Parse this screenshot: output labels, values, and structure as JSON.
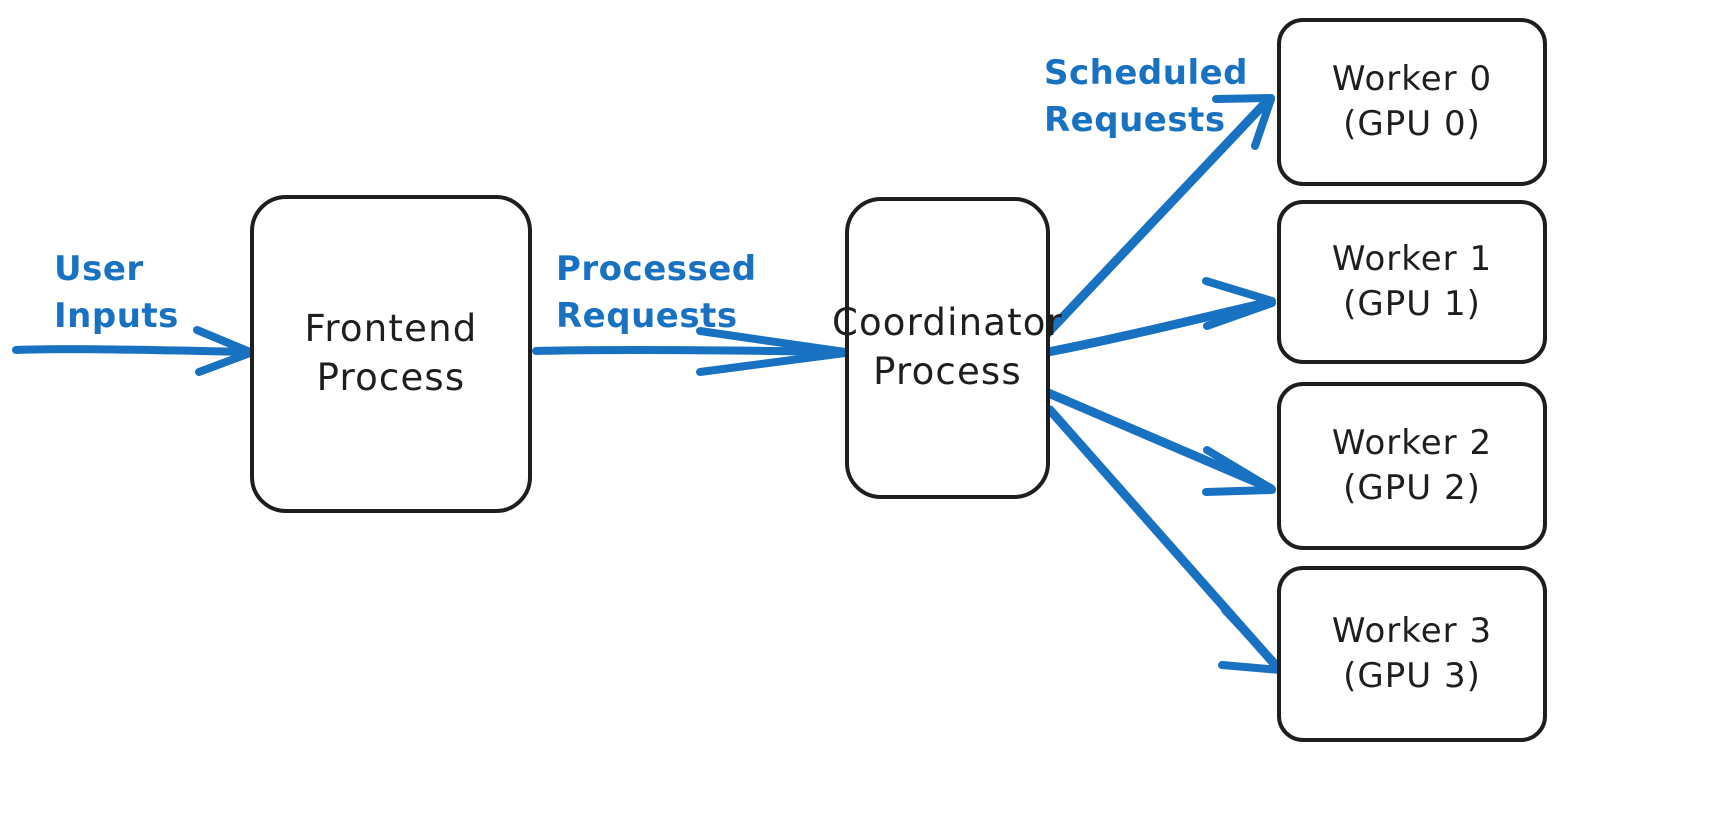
{
  "diagram": {
    "title": "Inference serving architecture flow",
    "background_color": "#ffffff",
    "node_stroke_color": "#1e1e1e",
    "arrow_color": "#1971c2",
    "label_color": "#1971c2",
    "nodes": [
      {
        "id": "frontend",
        "line1": "Frontend",
        "line2": "Process"
      },
      {
        "id": "coordinator",
        "line1": "Coordinator",
        "line2": "Process"
      },
      {
        "id": "worker0",
        "line1": "Worker 0",
        "line2": "(GPU 0)"
      },
      {
        "id": "worker1",
        "line1": "Worker 1",
        "line2": "(GPU 1)"
      },
      {
        "id": "worker2",
        "line1": "Worker 2",
        "line2": "(GPU 2)"
      },
      {
        "id": "worker3",
        "line1": "Worker 3",
        "line2": "(GPU 3)"
      }
    ],
    "edge_labels": [
      {
        "id": "user-inputs",
        "line1": "User",
        "line2": "Inputs"
      },
      {
        "id": "processed-requests",
        "line1": "Processed",
        "line2": "Requests"
      },
      {
        "id": "scheduled-requests",
        "line1": "Scheduled",
        "line2": "Requests"
      }
    ]
  }
}
